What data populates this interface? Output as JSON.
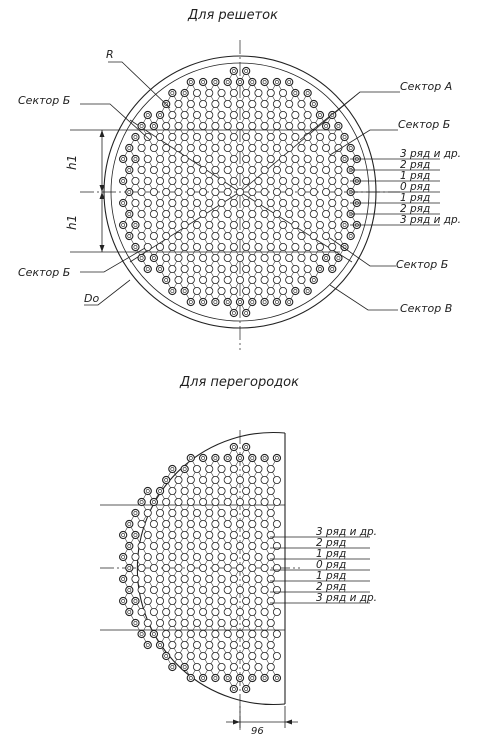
{
  "top": {
    "title": "Для решеток",
    "labels": {
      "r": "R",
      "sector_a": "Сектор А",
      "sector_b_left_top": "Сектор Б",
      "sector_b_right_top": "Сектор Б",
      "sector_b_left_bottom": "Сектор Б",
      "sector_b_right_bottom": "Сектор Б",
      "sector_v": "Сектор В",
      "do": "Do",
      "h1_top": "h1",
      "h1_bottom": "h1"
    },
    "rows": [
      "3 ряд и др.",
      "2 ряд",
      "1 ряд",
      "0 ряд",
      "1 ряд",
      "2 ряд",
      "3 ряд и др."
    ]
  },
  "bottom": {
    "title": "Для перегородок",
    "rows": [
      "3 ряд и др.",
      "2 ряд",
      "1 ряд",
      "0 ряд",
      "1 ряд",
      "2 ряд",
      "3 ряд и др."
    ],
    "dimension": "96"
  }
}
